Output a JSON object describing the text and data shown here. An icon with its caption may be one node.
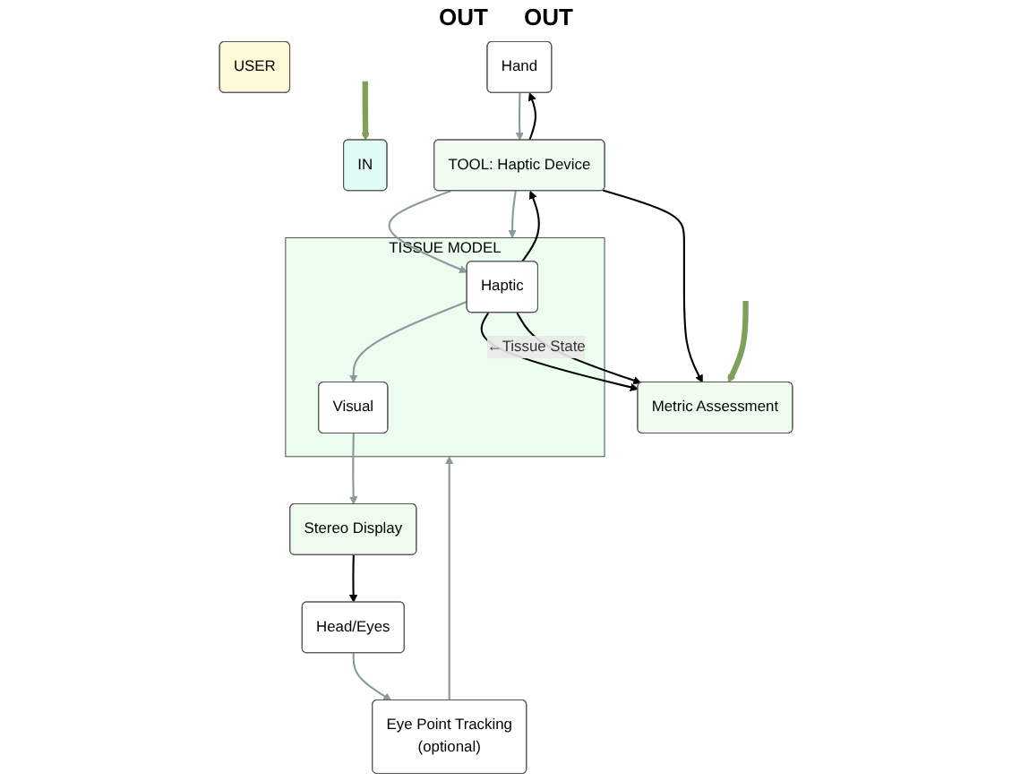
{
  "diagram": {
    "nodes": [
      {
        "text": [
          "USER"
        ]
      },
      {
        "text": [
          "IN"
        ]
      },
      {
        "text": [
          "Hand"
        ]
      },
      {
        "text": [
          "Head/Eyes"
        ]
      },
      {
        "text": [
          "Eye Point Tracking",
          "(optional)"
        ]
      },
      {
        "text": [
          "TOOL: Haptic Device"
        ]
      },
      {
        "text": [
          "TISSUE MODEL"
        ]
      },
      {
        "text": [
          "Haptic"
        ],
        "in": 6
      },
      {
        "text": [
          "Visual"
        ],
        "in": 6
      },
      {
        "text": [
          "Stereo Display"
        ]
      },
      {
        "text": [
          "Metric Assessment"
        ]
      }
    ],
    "edges": [
      {
        "from": null,
        "to": 1,
        "arrow": "to",
        "style": "thick",
        "color": "#7f9f5a"
      },
      {
        "from": 2,
        "to": 5,
        "arrow": "to"
      },
      {
        "from": 3,
        "to": 4,
        "arrow": "to"
      },
      {
        "from": 5,
        "to": 6,
        "arrow": "to"
      },
      {
        "from": 4,
        "to": 6,
        "arrow": "to"
      },
      {
        "from": 5,
        "to": 7,
        "arrow": "to"
      },
      {
        "from": 7,
        "to": 8,
        "arrow": "to"
      },
      {
        "from": 8,
        "to": 9,
        "arrow": "to"
      },
      {
        "from": 9,
        "to": 3,
        "arrow": "to",
        "color": "#000000"
      },
      {
        "from": 5,
        "to": 2,
        "arrow": "to",
        "color": "#000000"
      },
      {
        "from": 7,
        "to": 5,
        "arrow": "to",
        "color": "#000000"
      },
      {
        "from": 5,
        "to": 10,
        "arrow": "to",
        "color": "#000000"
      },
      {
        "from": 7,
        "to": 10,
        "arrow": "to",
        "color": "#000000"
      },
      {
        "from": 7,
        "to": 10,
        "arrow": "to",
        "color": "#000000",
        "label": "←Tissue State"
      },
      {
        "from": null,
        "to": 10,
        "arrow": "to",
        "style": "thick",
        "color": "#7f9f5a"
      }
    ],
    "labels": [
      "OUT",
      "OUT"
    ]
  }
}
